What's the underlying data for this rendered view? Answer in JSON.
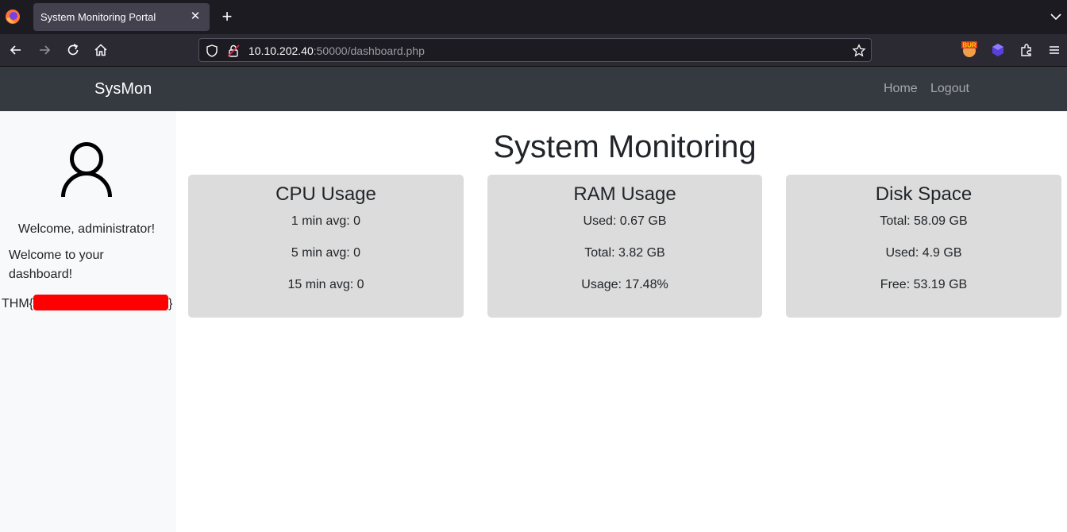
{
  "browser": {
    "tab_title": "System Monitoring Portal",
    "url_host": "10.10.202.40",
    "url_rest": ":50000/dashboard.php"
  },
  "nav": {
    "brand": "SysMon",
    "links": [
      "Home",
      "Logout"
    ]
  },
  "sidebar": {
    "welcome": "Welcome, administrator!",
    "welcome_2": "Welcome to your dashboard!",
    "flag_prefix": "THM{",
    "flag_suffix": "}"
  },
  "main": {
    "title": "System Monitoring",
    "cards": [
      {
        "title": "CPU Usage",
        "rows": [
          "1 min avg: 0",
          "5 min avg: 0",
          "15 min avg: 0"
        ]
      },
      {
        "title": "RAM Usage",
        "rows": [
          "Used: 0.67 GB",
          "Total: 3.82 GB",
          "Usage: 17.48%"
        ]
      },
      {
        "title": "Disk Space",
        "rows": [
          "Total: 58.09 GB",
          "Used: 4.9 GB",
          "Free: 53.19 GB"
        ]
      }
    ]
  }
}
